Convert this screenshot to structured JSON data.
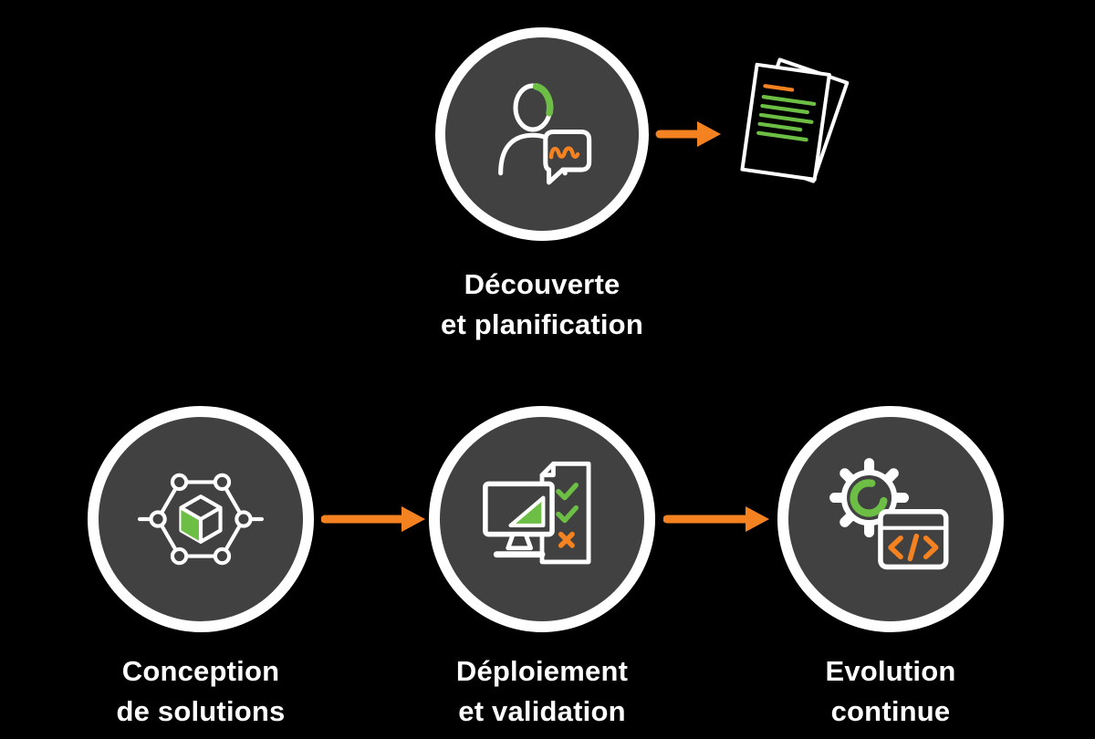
{
  "colors": {
    "background": "#000000",
    "circle_fill": "#414141",
    "circle_border": "#ffffff",
    "text": "#ffffff",
    "accent_orange": "#f58220",
    "accent_green": "#6cbe45"
  },
  "steps": [
    {
      "id": "discovery",
      "label": "Découverte\net planification",
      "icon": "person-consultation-icon"
    },
    {
      "id": "conception",
      "label": "Conception\nde solutions",
      "icon": "hexagon-network-icon"
    },
    {
      "id": "deployment",
      "label": "Déploiement\net validation",
      "icon": "monitor-checklist-icon"
    },
    {
      "id": "evolution",
      "label": "Evolution\ncontinue",
      "icon": "gear-browser-code-icon"
    }
  ],
  "result_icon": "documents-icon",
  "connectors": [
    {
      "from": "discovery",
      "to": "documents"
    },
    {
      "from": "conception",
      "to": "deployment"
    },
    {
      "from": "deployment",
      "to": "evolution"
    }
  ]
}
